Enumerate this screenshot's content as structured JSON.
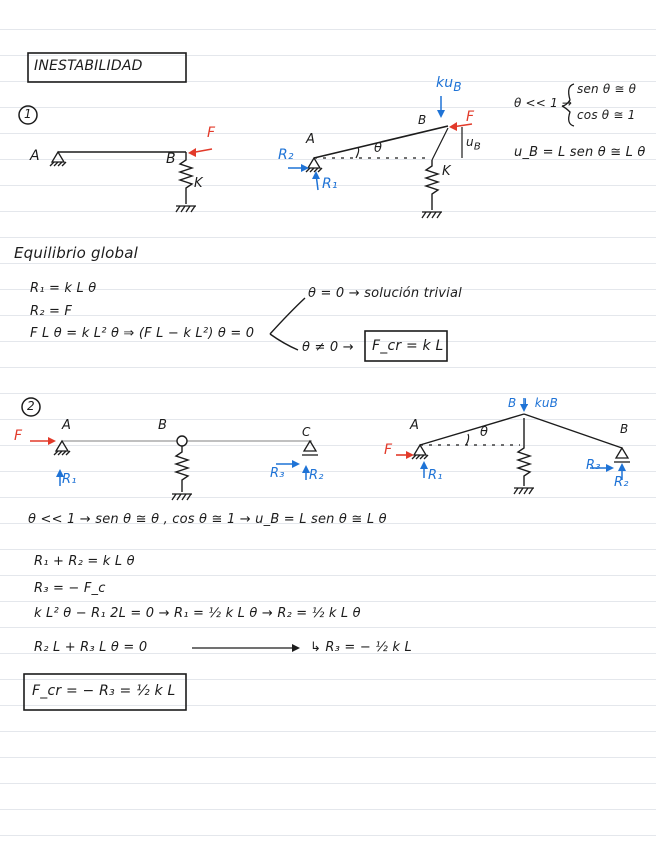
{
  "title": "INESTABILIDAD",
  "problem1": {
    "number": "1",
    "labels": {
      "A": "A",
      "B": "B",
      "F": "F",
      "K": "K",
      "A2": "A",
      "B2": "B",
      "F2": "F",
      "K2": "K",
      "R2": "R₂",
      "R1": "R₁",
      "kuB": "ku",
      "kuB_sub": "B",
      "theta": "θ",
      "uB": "u",
      "uB_sub": "B"
    },
    "approx_condition": "θ << 1 →",
    "approx_sin": "sen θ ≅ θ",
    "approx_cos": "cos θ ≅ 1",
    "uB_relation": "u_B = L sen θ ≅ L θ",
    "heading": "Equilibrio global",
    "eq1": "R₁ = k L θ",
    "eq2": "R₂ = F",
    "eq3": "F L θ = k L² θ ⇒  (F L − k L²) θ = 0",
    "branch1": "θ = 0 → solución trivial",
    "branch2_prefix": "θ ≠ 0 →",
    "branch2_result": "F_cr = k L"
  },
  "problem2": {
    "number": "2",
    "labels": {
      "F": "F",
      "A": "A",
      "B": "B",
      "C": "C",
      "R1": "R₁",
      "R3": "R₃",
      "R2": "R₂",
      "A2": "A",
      "B2": "B",
      "kuB": "B ↓ kuB",
      "F2": "F",
      "theta": "θ",
      "R3b": "R₃",
      "R2b": "R₂",
      "R1b": "R₁",
      "Bend": "B"
    },
    "approx": "θ << 1 →  sen θ ≅ θ ,  cos θ ≅ 1  →  u_B = L sen θ ≅ L θ",
    "eq1": "R₁ + R₂ = k L θ",
    "eq2": "R₃ = − F_c",
    "eq3": "k L² θ − R₁ 2L = 0  →  R₁ = ½ k L θ  →  R₂ = ½ k L θ",
    "eq4": "R₂ L + R₃ L θ = 0",
    "eq4_result": "↳  R₃ = − ½ k L",
    "final": "F_cr = − R₃ = ½ k L"
  }
}
